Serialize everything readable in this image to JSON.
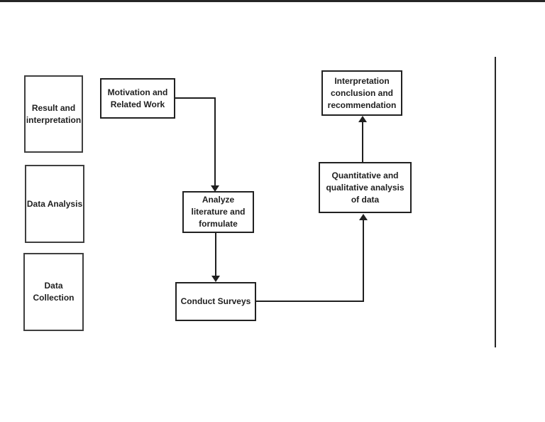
{
  "diagram": {
    "type": "research-process-flowchart-with-swimlanes",
    "colors": {
      "background": "#ffffff",
      "line": "#262626",
      "arrow": "#1f1f1f",
      "text": "#1f1f1f"
    },
    "boxes": {
      "result_interpretation": "Result and\ninterpretation",
      "motivation": "Motivation and\nRelated Work",
      "interpretation": "Interpretation\nconclusion and\nrecommendation",
      "data_analysis": "Data Analysis",
      "analyze": "Analyze\nliterature and\nformulate",
      "quantitative": "Quantitative and\nqualitative analysis\nof data",
      "data_collection": "Data Collection",
      "conduct_surveys": "Conduct Surveys"
    },
    "arrows": [
      {
        "from": "Motivation and Related Work",
        "to": "Analyze literature and formulate",
        "shape": "elbow-right-down"
      },
      {
        "from": "Analyze literature and formulate",
        "to": "Conduct Surveys",
        "shape": "straight-down"
      },
      {
        "from": "Conduct Surveys",
        "to": "Quantitative and qualitative analysis of data",
        "shape": "elbow-right-up"
      },
      {
        "from": "Quantitative and qualitative analysis of data",
        "to": "Interpretation conclusion and recommendation",
        "shape": "straight-up"
      }
    ],
    "lanes": [
      {
        "label": "Result and interpretation"
      },
      {
        "label": "Data Analysis"
      },
      {
        "label": "Data Collection"
      }
    ]
  }
}
